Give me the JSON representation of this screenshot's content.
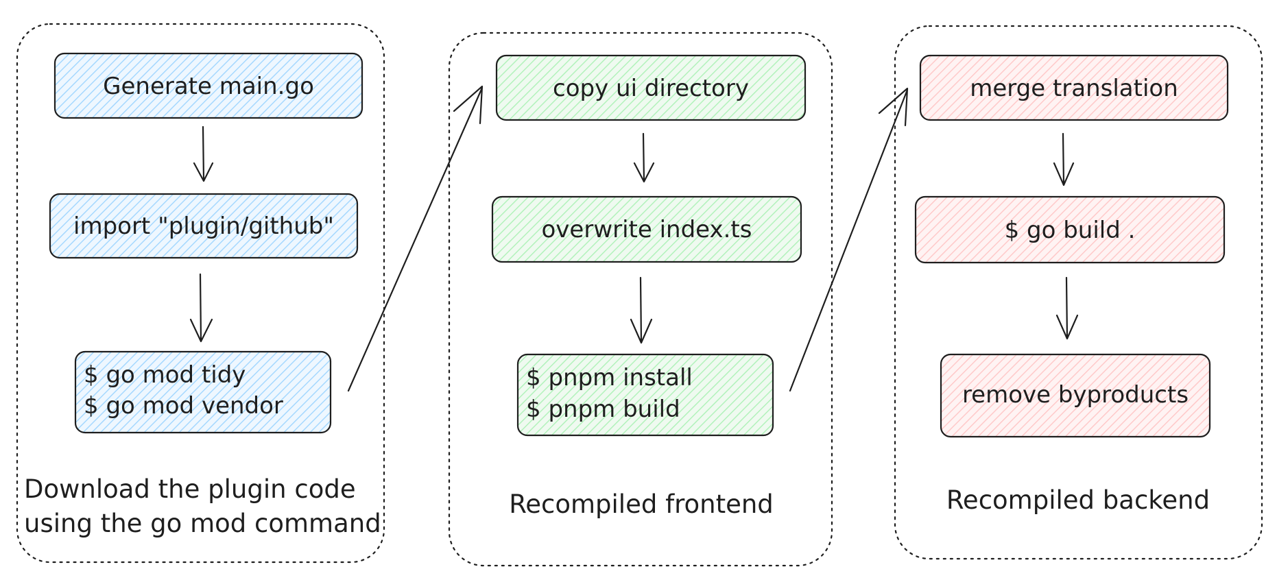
{
  "colors": {
    "blue_fill": "#a5d8ff",
    "green_fill": "#b2f2bb",
    "pink_fill": "#ffc9c9",
    "stroke": "#1e1e1e"
  },
  "groups": [
    {
      "caption_lines": [
        "Download the plugin code",
        "using the go mod command"
      ],
      "nodes": [
        {
          "lines": [
            "Generate main.go"
          ]
        },
        {
          "lines": [
            "import \"plugin/github\""
          ]
        },
        {
          "lines": [
            "$ go mod tidy",
            "$ go mod vendor"
          ]
        }
      ]
    },
    {
      "caption_lines": [
        "Recompiled frontend"
      ],
      "nodes": [
        {
          "lines": [
            "copy ui directory"
          ]
        },
        {
          "lines": [
            "overwrite index.ts"
          ]
        },
        {
          "lines": [
            "$ pnpm install",
            "$ pnpm build"
          ]
        }
      ]
    },
    {
      "caption_lines": [
        "Recompiled backend"
      ],
      "nodes": [
        {
          "lines": [
            "merge translation"
          ]
        },
        {
          "lines": [
            "$ go build ."
          ]
        },
        {
          "lines": [
            "remove byproducts"
          ]
        }
      ]
    }
  ]
}
